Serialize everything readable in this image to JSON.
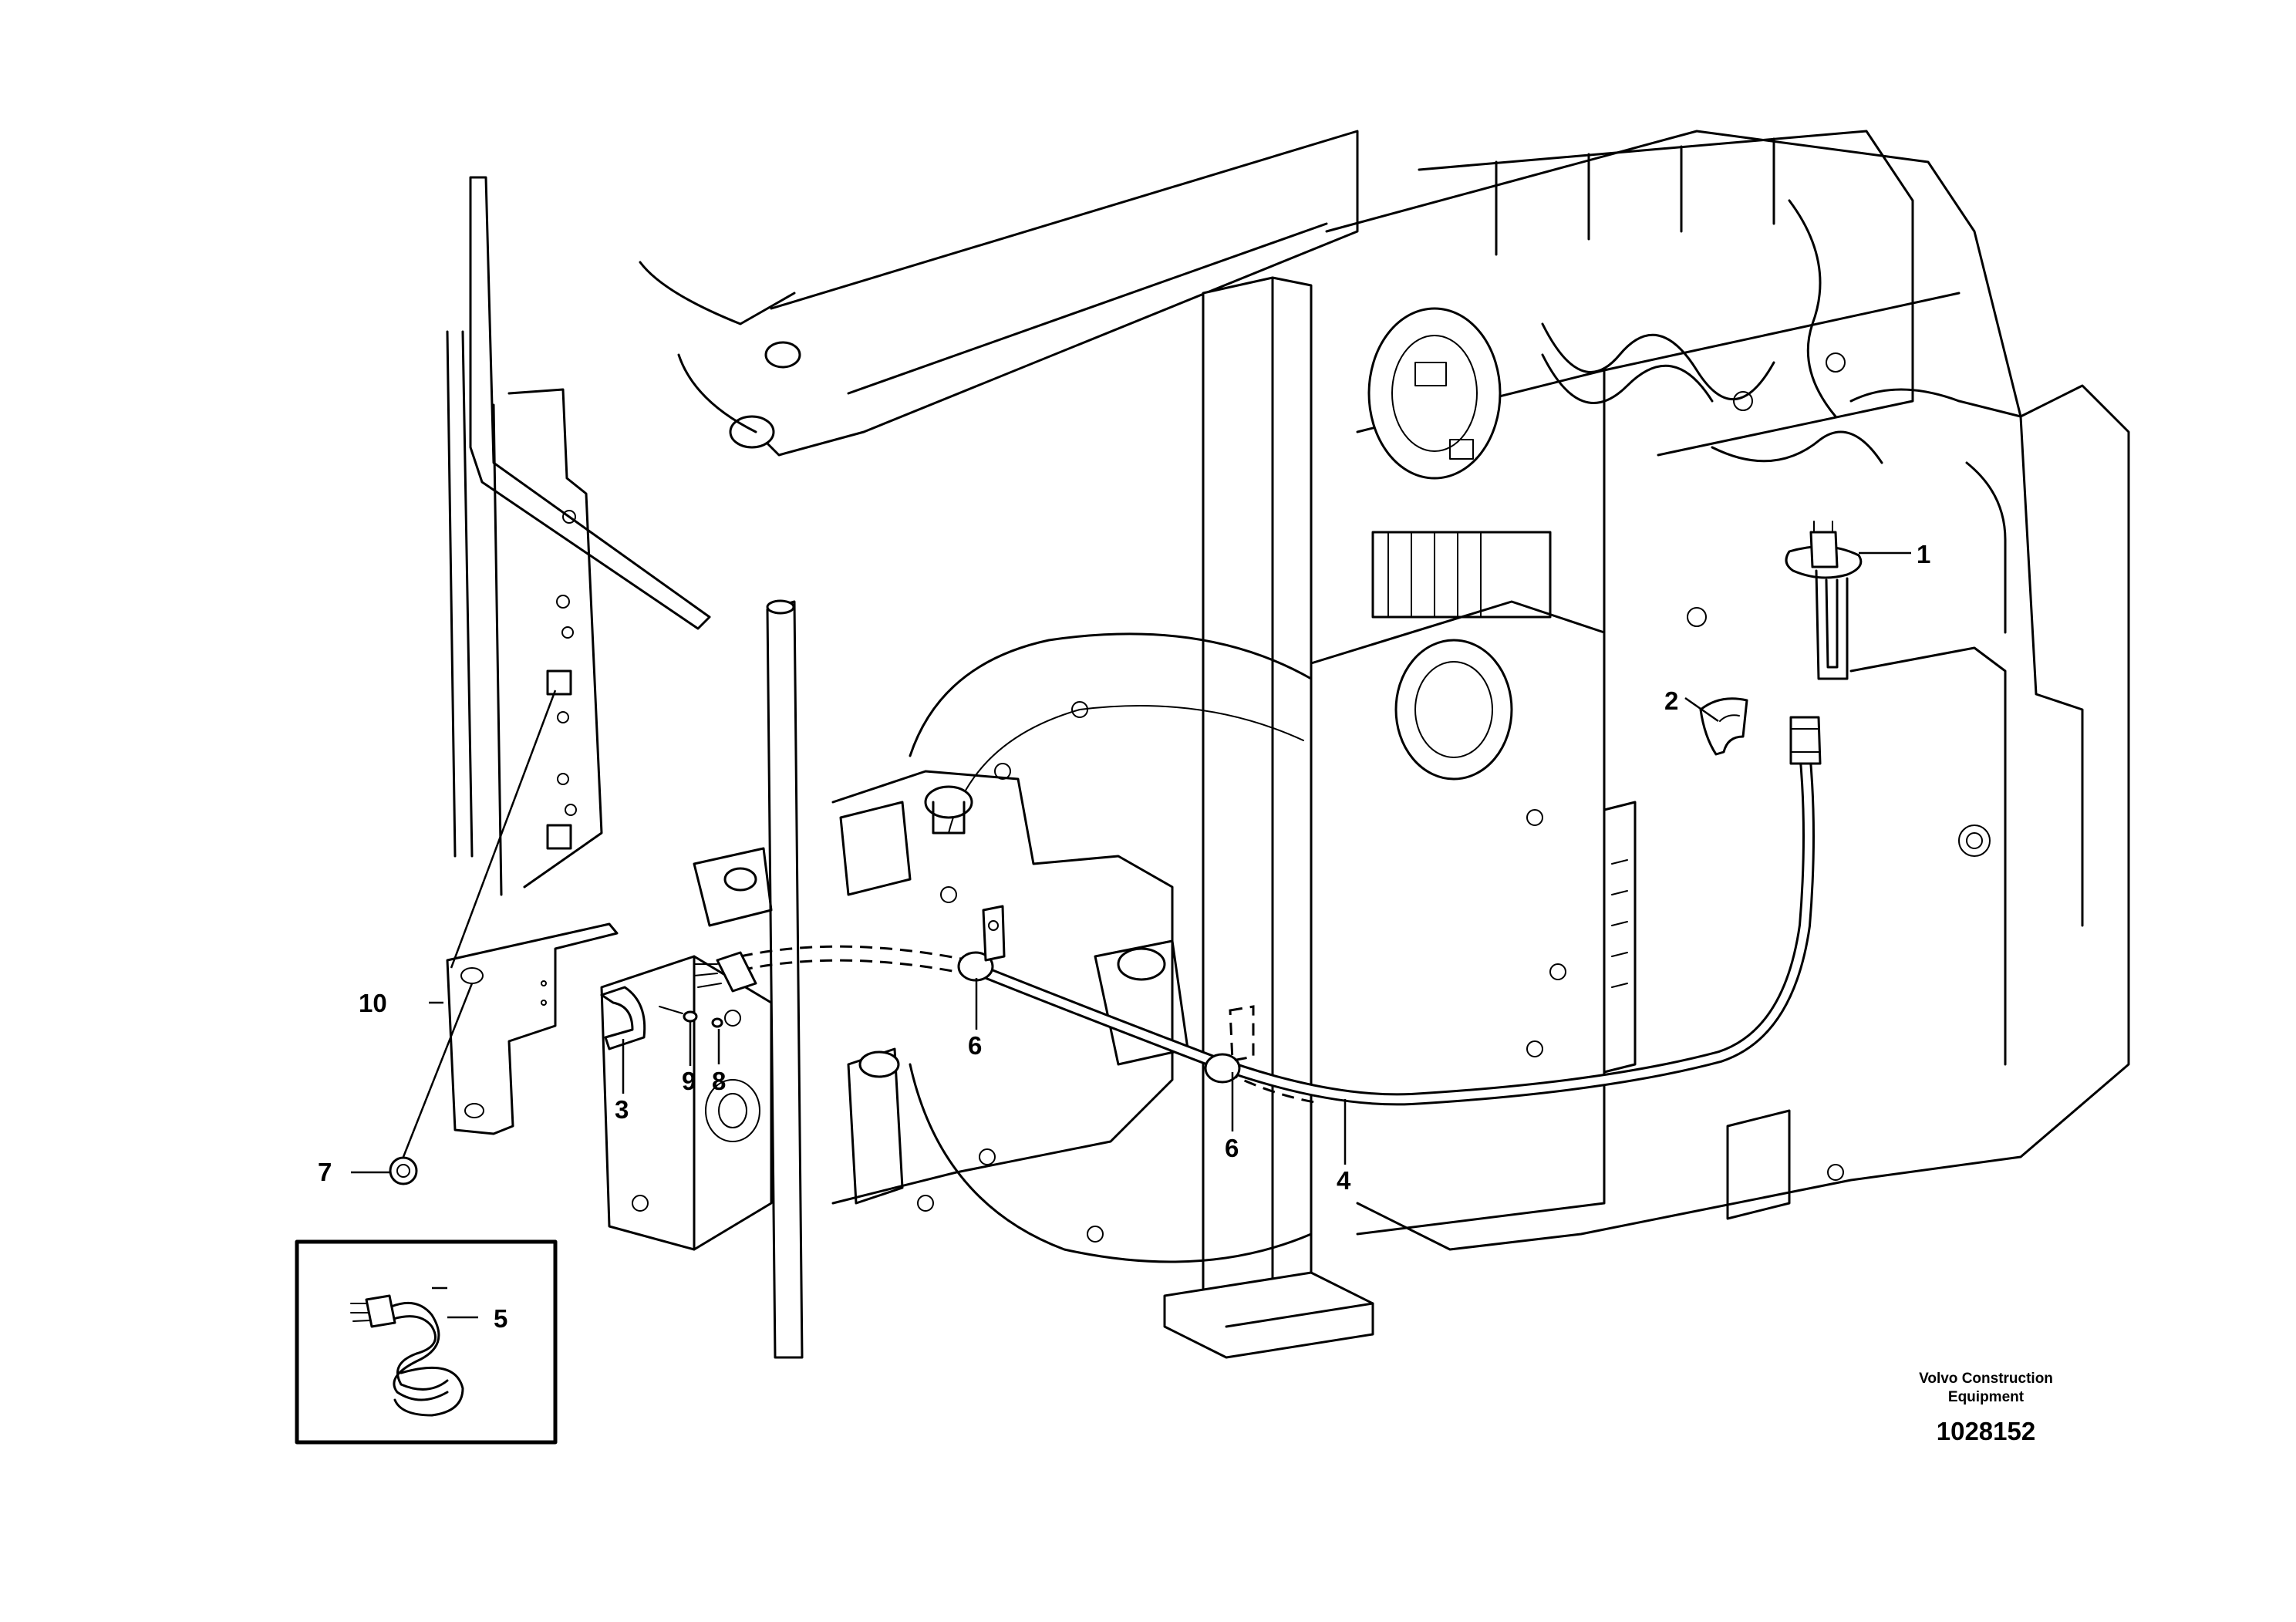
{
  "callouts": {
    "c1": "1",
    "c2": "2",
    "c3": "3",
    "c4": "4",
    "c5": "5",
    "c6a": "6",
    "c6b": "6",
    "c7": "7",
    "c8": "8",
    "c9": "9",
    "c10": "10"
  },
  "footer": {
    "brand_line1": "Volvo Construction",
    "brand_line2": "Equipment",
    "drawing_number": "1028152"
  },
  "icons": {
    "engine": "engine-illustration-icon",
    "heater_element": "block-heater-element-icon",
    "cable": "heater-cable-icon",
    "bracket": "mounting-bracket-icon",
    "clamp": "cable-clamp-icon",
    "coil_cable": "coiled-cable-kit-icon"
  },
  "colors": {
    "line": "#000000",
    "background": "#ffffff"
  }
}
